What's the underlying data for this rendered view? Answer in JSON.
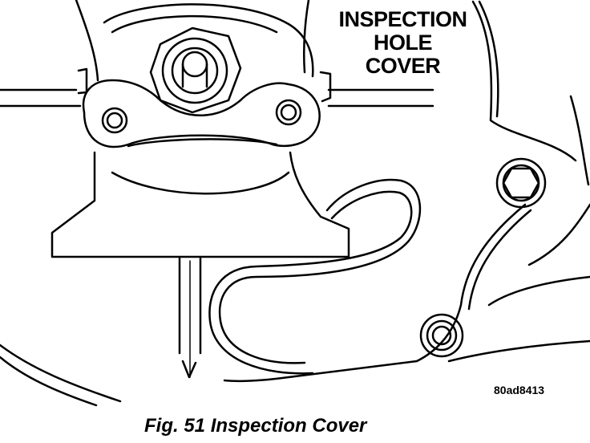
{
  "callout": {
    "lines": [
      "INSPECTION",
      "HOLE",
      "COVER"
    ]
  },
  "figure_code": "80ad8413",
  "caption": "Fig. 51 Inspection Cover"
}
